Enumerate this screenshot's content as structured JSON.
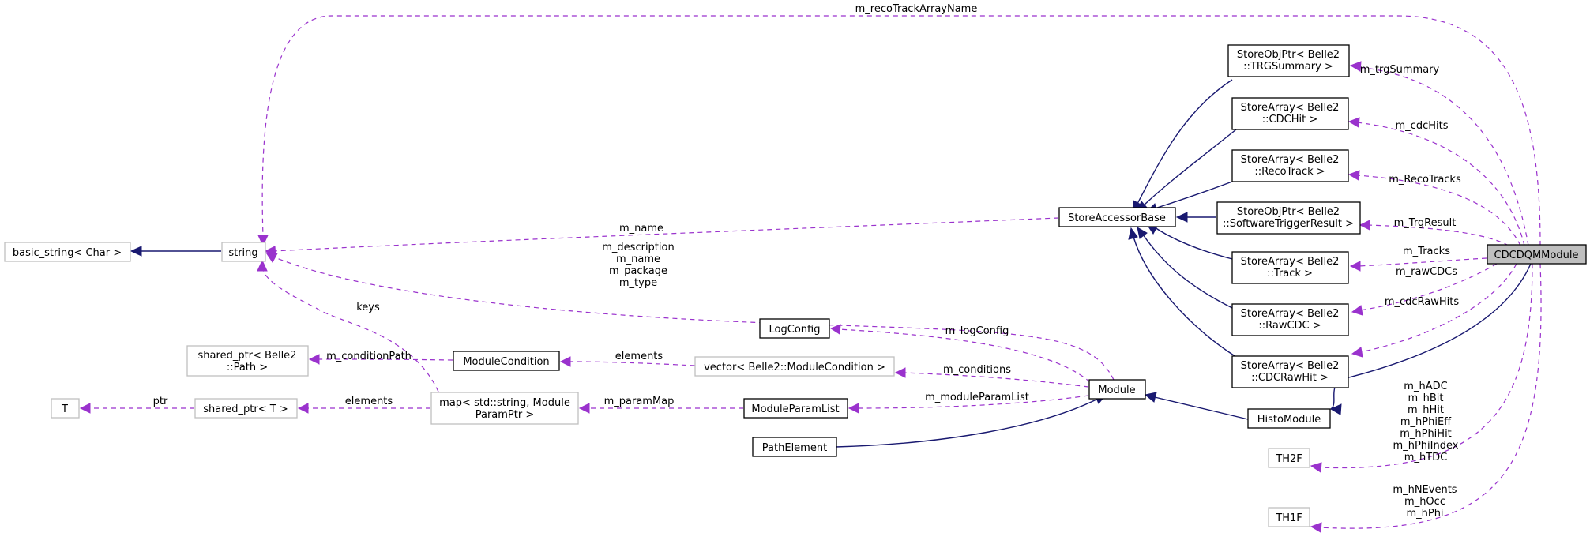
{
  "nodes": {
    "basic_string": "basic_string< Char >",
    "string": "string",
    "shared_ptr_path": [
      "shared_ptr< Belle2",
      "::Path >"
    ],
    "t": "T",
    "shared_ptr_t": "shared_ptr< T >",
    "map_paramptr": [
      "map< std::string, Module",
      "ParamPtr >"
    ],
    "module_condition": "ModuleCondition",
    "vector_modulecondition": "vector< Belle2::ModuleCondition >",
    "log_config": "LogConfig",
    "module_param_list": "ModuleParamList",
    "path_element": "PathElement",
    "module": "Module",
    "histo_module": "HistoModule",
    "store_accessor_base": "StoreAccessorBase",
    "trg_summary": [
      "StoreObjPtr< Belle2",
      "::TRGSummary >"
    ],
    "cdc_hit": [
      "StoreArray< Belle2",
      "::CDCHit >"
    ],
    "reco_track": [
      "StoreArray< Belle2",
      "::RecoTrack >"
    ],
    "software_trigger": [
      "StoreObjPtr< Belle2",
      "::SoftwareTriggerResult >"
    ],
    "track": [
      "StoreArray< Belle2",
      "::Track >"
    ],
    "raw_cdc": [
      "StoreArray< Belle2",
      "::RawCDC >"
    ],
    "cdc_raw_hit": [
      "StoreArray< Belle2",
      "::CDCRawHit >"
    ],
    "cdcdqm_module": "CDCDQMModule",
    "th2f": "TH2F",
    "th1f": "TH1F"
  },
  "edge_labels": {
    "reco_track_array_name": "m_recoTrackArrayName",
    "trg_summary": "m_trgSummary",
    "cdc_hits": "m_cdcHits",
    "reco_tracks": "m_RecoTracks",
    "trg_result": "m_TrgResult",
    "tracks": "m_Tracks",
    "raw_cdcs": "m_rawCDCs",
    "cdc_raw_hits": "m_cdcRawHits",
    "name": "m_name",
    "module_strings": [
      "m_description",
      "m_name",
      "m_package",
      "m_type"
    ],
    "keys": "keys",
    "condition_path": "m_conditionPath",
    "elements_vector": "elements",
    "elements_map": "elements",
    "ptr": "ptr",
    "param_map": "m_paramMap",
    "log_config": "m_logConfig",
    "conditions": "m_conditions",
    "module_param_list": "m_moduleParamList",
    "th2f_members": [
      "m_hADC",
      "m_hBit",
      "m_hHit",
      "m_hPhiEff",
      "m_hPhiHit",
      "m_hPhiIndex",
      "m_hTDC"
    ],
    "th1f_members": [
      "m_hNEvents",
      "m_hOcc",
      "m_hPhi"
    ]
  }
}
